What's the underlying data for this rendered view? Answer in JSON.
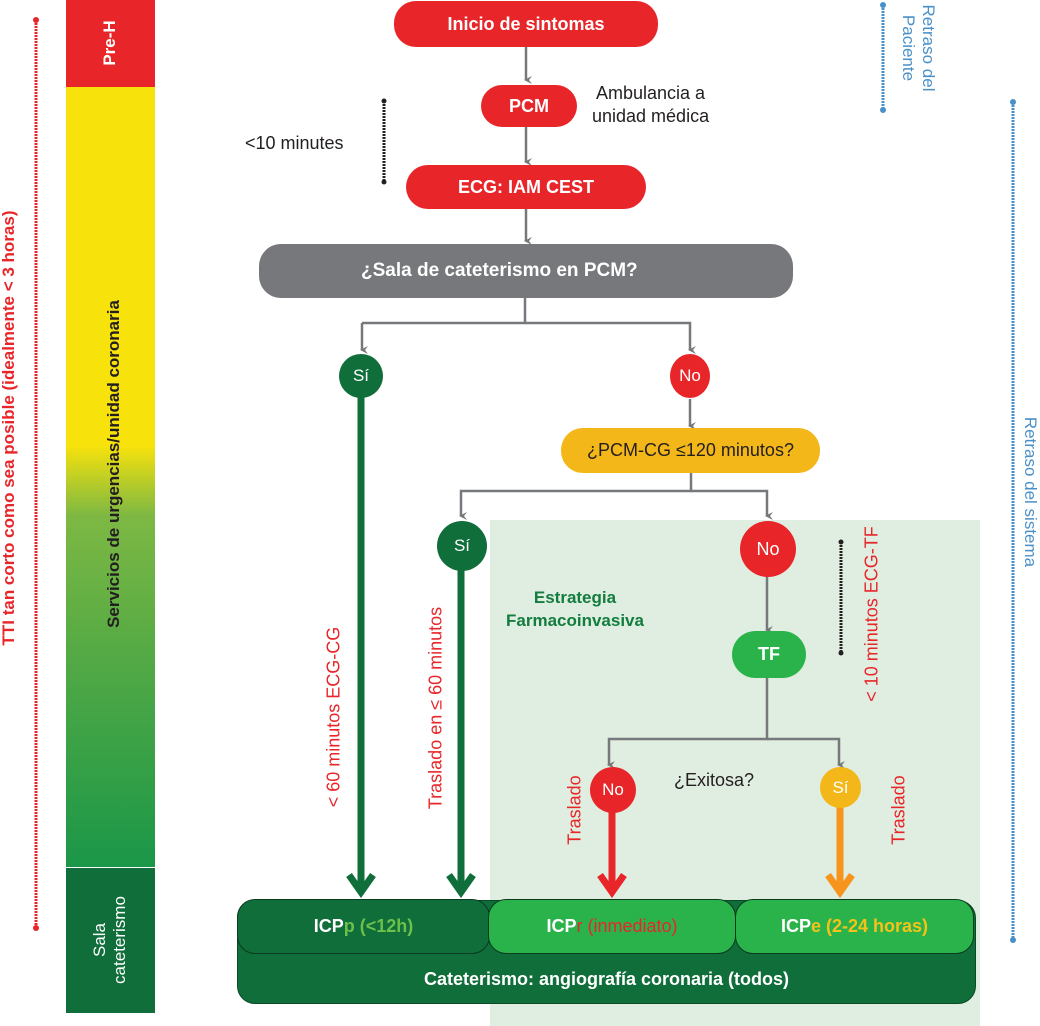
{
  "sidebar": {
    "phases": [
      {
        "label": "Pre-H",
        "color": "#e8262a"
      },
      {
        "label": "Servicios de urgencias/unidad coronaria",
        "colors": [
          "#f7e20c",
          "#6fb244",
          "#1a9748"
        ]
      },
      {
        "label_line1": "Sala",
        "label_line2": "cateterismo",
        "color": "#0f6e3a"
      }
    ],
    "total_time_label": "TTI tan corto como sea posible (idealmente < 3 horas)"
  },
  "delays": {
    "patient_line1": "Retraso del",
    "patient_line2": "Paciente",
    "system": "Retraso del sistema"
  },
  "flow": {
    "start": "Inicio de sintomas",
    "pcm": "PCM",
    "ambulance_line1": "Ambulancia a",
    "ambulance_line2": "unidad médica",
    "ten_min": "<10 minutes",
    "ecg": "ECG: IAM CEST",
    "question_cath": "¿Sala de cateterismo en PCM?",
    "yes1": "Sí",
    "no1": "No",
    "question_120": "¿PCM-CG ≤120 minutos?",
    "yes2": "Sí",
    "no2": "No",
    "strategy_line1": "Estrategia",
    "strategy_line2": "Farmacoinvasiva",
    "tf": "TF",
    "ecg_tf": "< 10 minutos ECG-TF",
    "success_question": "¿Exitosa?",
    "no3": "No",
    "yes3": "Sí",
    "lt60": "< 60 minutos ECG-CG",
    "transfer60": "Traslado en ≤ 60 minutos",
    "transfer_left": "Traslado",
    "transfer_right": "Traslado"
  },
  "outcomes": {
    "primary_prefix": "ICP",
    "primary_suffix": "p (<12h)",
    "rescue_prefix": "ICP",
    "rescue_suffix": "r (inmediato)",
    "elective_prefix": "ICP",
    "elective_suffix": "e (2-24 horas)",
    "angiography": "Cateterismo: angiografía coronaria (todos)"
  },
  "colors": {
    "red": "#e8262a",
    "dark_green": "#0f6e3a",
    "light_green": "#2bb34b",
    "yellow": "#f4b719",
    "orange": "#f7941d",
    "gray": "#77787b",
    "blue": "#4a90c8",
    "pale_green_bg": "#dfeee0"
  }
}
